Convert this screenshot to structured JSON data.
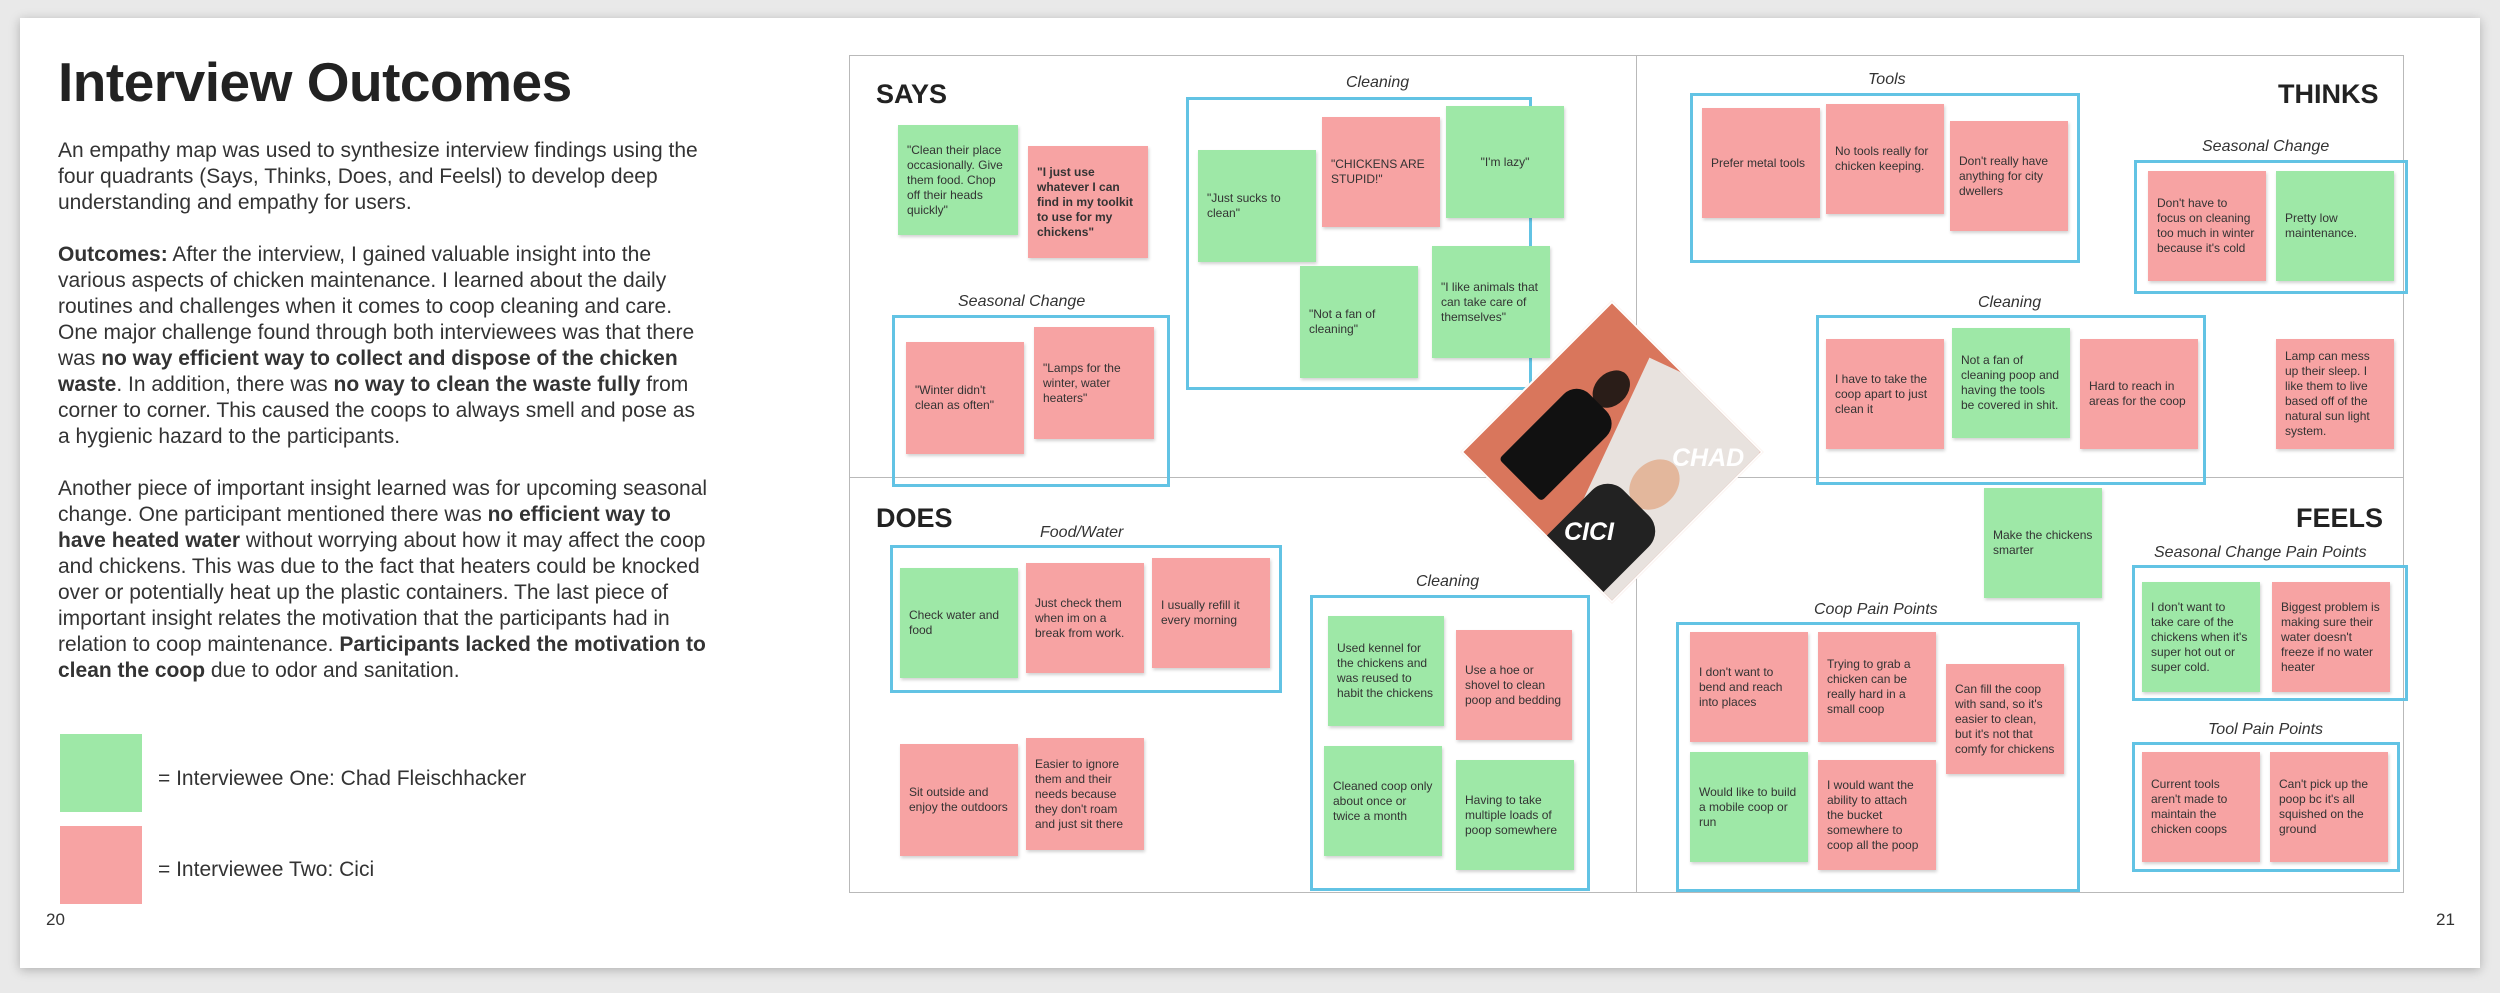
{
  "left_page": {
    "title": "Interview Outcomes",
    "intro": "An empathy map was used to synthesize interview findings using the four quadrants (Says, Thinks, Does, and Feelsl) to develop deep understanding and empathy for users.",
    "outcomes": [
      {
        "b": "Outcomes:",
        "t": " After the interview, I gained valuable insight into the various aspects of chicken maintenance. I learned about the daily routines and challenges when it comes to coop cleaning and care. One major challenge found through both interviewees was that there was "
      },
      {
        "b": "no way efficient way to collect and dispose of the chicken waste",
        "t": ". In addition, there was "
      },
      {
        "b": "no way to clean the waste fully",
        "t": " from corner to corner. This caused the coops to always smell and pose as a hygienic hazard to the participants."
      }
    ],
    "insight": [
      {
        "b": "",
        "t": "Another piece of important insight learned was for upcoming seasonal change. One participant mentioned there was "
      },
      {
        "b": "no efficient way to have heated water",
        "t": " without worrying about how it may affect the coop and chickens. This was due to the fact that heaters could be knocked over or potentially heat up the plastic containers. The last piece of important insight relates the motivation that the participants had in relation to coop maintenance. "
      },
      {
        "b": "Participants lacked the motivation to clean the coop",
        "t": " due to odor and sanitation."
      }
    ],
    "legend": [
      {
        "label": "= Interviewee One: Chad Fleischhacker",
        "color": "#9ee8a7"
      },
      {
        "label": "= Interviewee Two: Cici",
        "color": "#f7a3a3"
      }
    ],
    "page_number": "20"
  },
  "right_page": {
    "page_number": "21",
    "quadrants": {
      "says": "SAYS",
      "thinks": "THINKS",
      "does": "DOES",
      "feels": "FEELS"
    },
    "personas": {
      "one": "CHAD",
      "two": "CICI"
    },
    "cluster_titles": {
      "says_cleaning": "Cleaning",
      "says_seasonal": "Seasonal Change",
      "thinks_tools": "Tools",
      "thinks_seasonal": "Seasonal Change",
      "thinks_cleaning": "Cleaning",
      "does_food": "Food/Water",
      "does_cleaning": "Cleaning",
      "feels_coop": "Coop Pain Points",
      "feels_seasonal": "Seasonal Change Pain Points",
      "feels_tool": "Tool Pain Points"
    },
    "notes": {
      "s1": "\"Clean their place occasionally. Give them food. Chop off their heads quickly\"",
      "s2": "\"I just use whatever I can find in my toolkit to use for my chickens\"",
      "s3": "\"Just sucks to clean\"",
      "s4": "\"CHICKENS ARE STUPID!\"",
      "s5": "\"I'm lazy\"",
      "s6": "\"Not a fan of cleaning\"",
      "s7": "\"I like animals that can take care of themselves\"",
      "s8": "\"Winter didn't clean as often\"",
      "s9": "\"Lamps for the winter, water heaters\"",
      "t1": "Prefer metal tools",
      "t2": "No tools really for chicken keeping.",
      "t3": "Don't really have anything for city dwellers",
      "t4": "Don't have to focus on cleaning too much in winter because it's cold",
      "t5": "Pretty low maintenance.",
      "t6": "I have to take the coop apart to just clean it",
      "t7": "Not a fan of cleaning poop and having the tools be covered in shit.",
      "t8": "Hard to reach in areas for the coop",
      "t9": "Lamp can mess up their sleep. I like them to live based off of the natural sun light system.",
      "d1": "Check water and food",
      "d2": "Just check them when im on a break from work.",
      "d3": "I usually refill it every morning",
      "d4": "Sit outside and enjoy the outdoors",
      "d5": "Easier to ignore them and their needs because they don't roam and just sit there",
      "d6": "Used kennel for the chickens and was reused to habit the chickens",
      "d7": "Use a hoe or shovel to clean poop and bedding",
      "d8": "Cleaned coop only about once or twice a month",
      "d9": "Having to take multiple loads of poop somewhere",
      "f1": "Make the chickens smarter",
      "f2": "I don't want to bend and reach into places",
      "f3": "Trying to grab a chicken can be really hard in a small coop",
      "f4": "Can fill the coop with sand, so it's easier to clean, but it's not that comfy for chickens",
      "f5": "Would like to build a mobile coop or run",
      "f6": "I would want the ability to attach the bucket somewhere to coop all the poop",
      "f7": "I don't want to take care of the chickens when it's super hot out or super cold.",
      "f8": "Biggest problem is making sure their water doesn't freeze if no water heater",
      "f9": "Current tools aren't made to maintain the chicken coops",
      "f10": "Can't pick up the poop bc it's all squished on the ground"
    }
  }
}
